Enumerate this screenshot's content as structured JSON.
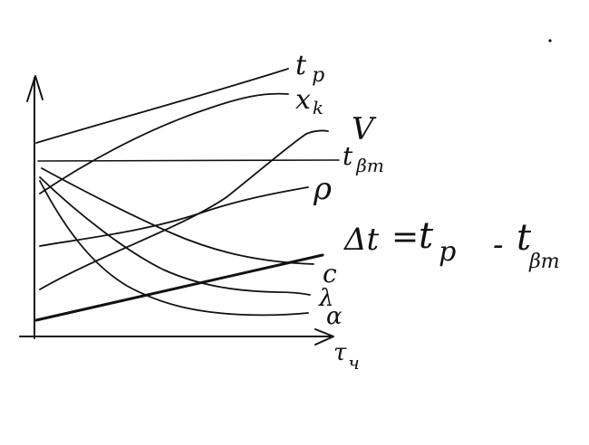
{
  "labels": {
    "tp_main": "t",
    "tp_sub": "p",
    "xk_main": "x",
    "xk_sub": "k",
    "v": "V",
    "tvt_main": "t",
    "tvt_sub": "βт",
    "rho": "ρ",
    "c": "c",
    "lambda": "λ",
    "alpha": "α",
    "x_axis_main": "τ",
    "x_axis_sub": "ч",
    "eq_delta": "Δt",
    "eq_eq": "=",
    "eq_tp_main": "t",
    "eq_tp_sub": "p",
    "eq_minus": "-",
    "eq_tvt_main": "t",
    "eq_tvt_sub": "βт"
  },
  "ink_color": "#111111",
  "background": "#ffffff"
}
